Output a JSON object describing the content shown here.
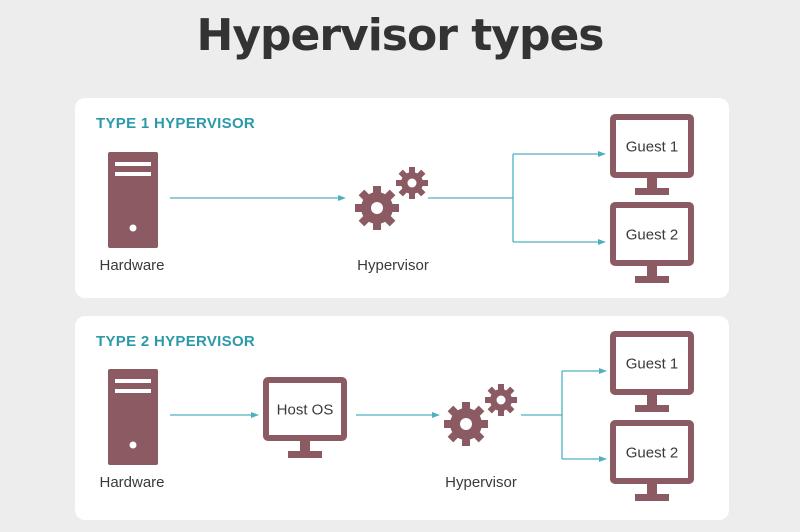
{
  "title": "Hypervisor types",
  "colors": {
    "icon": "#8b5a62",
    "arrow": "#4fb0bf",
    "accent_text": "#2a9aab",
    "background": "#ededed",
    "panel": "#ffffff"
  },
  "type1": {
    "heading": "TYPE 1 HYPERVISOR",
    "hardware_label": "Hardware",
    "hypervisor_label": "Hypervisor",
    "guests": [
      "Guest 1",
      "Guest 2"
    ],
    "icons": [
      "server-icon",
      "gears-icon",
      "monitor-icon"
    ]
  },
  "type2": {
    "heading": "TYPE 2 HYPERVISOR",
    "hardware_label": "Hardware",
    "host_os_label": "Host OS",
    "hypervisor_label": "Hypervisor",
    "guests": [
      "Guest 1",
      "Guest 2"
    ],
    "icons": [
      "server-icon",
      "monitor-icon",
      "gears-icon",
      "monitor-icon"
    ]
  }
}
